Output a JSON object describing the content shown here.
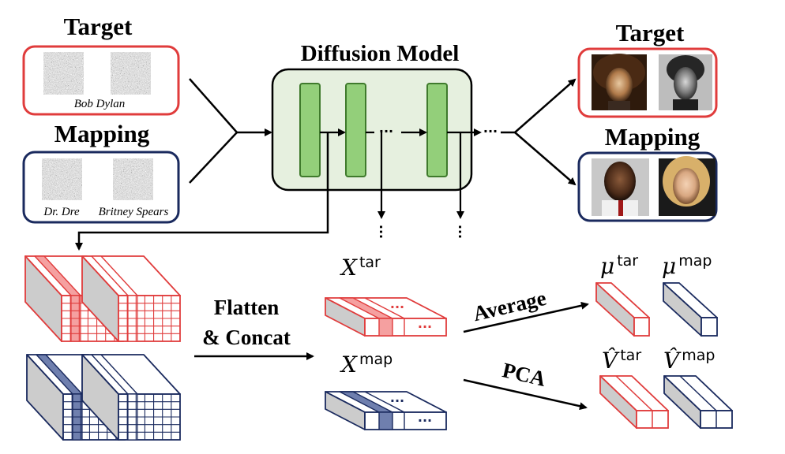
{
  "left_panel": {
    "target_title": "Target",
    "target_caption": "Bob Dylan",
    "mapping_title": "Mapping",
    "mapping_captions": [
      "Dr. Dre",
      "Britney Spears"
    ]
  },
  "model": {
    "title": "Diffusion Model",
    "ellipsis": "···"
  },
  "right_panel": {
    "target_title": "Target",
    "mapping_title": "Mapping"
  },
  "lower": {
    "flatten_line1": "Flatten",
    "flatten_line2": "& Concat",
    "x_tar_symbol": "X",
    "x_tar_sup": "tar",
    "x_map_symbol": "X",
    "x_map_sup": "map",
    "average_label": "Average",
    "pca_label": "PCA",
    "mu_tar_symbol": "μ",
    "mu_tar_sup": "tar",
    "mu_map_symbol": "μ",
    "mu_map_sup": "map",
    "v_tar_symbol": "V̂",
    "v_tar_sup": "tar",
    "v_map_symbol": "V̂",
    "v_map_sup": "map",
    "ellipsis": "···"
  },
  "colors": {
    "target": "#e03c3c",
    "target_fill": "#f5a0a0",
    "mapping": "#1a2a5e",
    "mapping_fill": "#6f7fae",
    "model_fill": "#e6f0df",
    "block_fill": "#93cf7a",
    "block_stroke": "#3f7a2c",
    "side_gray": "#cccccc"
  }
}
